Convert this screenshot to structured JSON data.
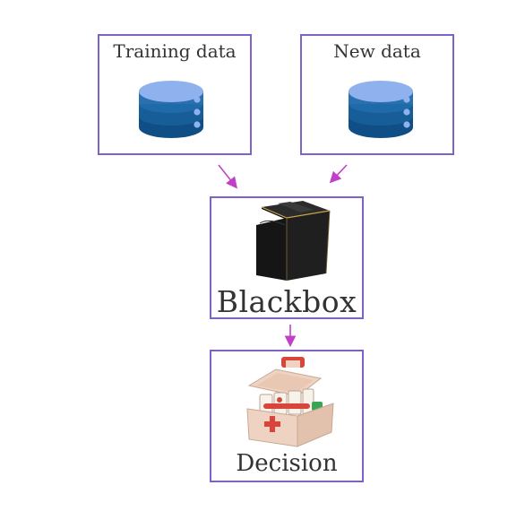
{
  "diagram": {
    "training": {
      "label": "Training data",
      "icon": "database-icon"
    },
    "new": {
      "label": "New data",
      "icon": "database-icon"
    },
    "blackbox": {
      "label": "Blackbox",
      "icon": "black-box-icon"
    },
    "decision": {
      "label": "Decision",
      "icon": "first-aid-kit-icon"
    }
  },
  "colors": {
    "box_border": "#7d63c8",
    "arrow": "#c040c8",
    "db_top": "#8fb2ee",
    "db_mid": "#2a6fb0",
    "db_dark": "#0f4f86",
    "box_body": "#151515",
    "kit_body": "#efd3c2",
    "kit_red": "#d9453b"
  }
}
